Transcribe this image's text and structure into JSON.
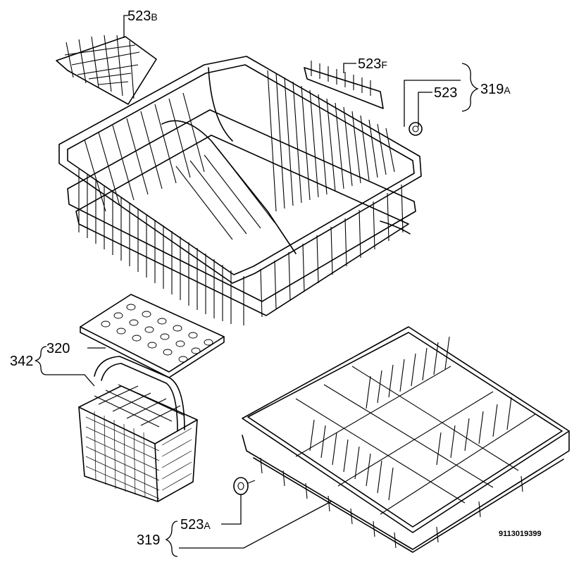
{
  "labels": {
    "l523b": {
      "main": "523",
      "sub": "B"
    },
    "l523f": {
      "main": "523",
      "sub": "F"
    },
    "l523": {
      "main": "523"
    },
    "l319a": {
      "main": "319",
      "sub": "A"
    },
    "l342": {
      "main": "342"
    },
    "l320": {
      "main": "320"
    },
    "l523a": {
      "main": "523",
      "sub": "A"
    },
    "l319": {
      "main": "319"
    },
    "ref": "9113019399"
  },
  "colors": {
    "ink": "#000000",
    "background": "#ffffff"
  }
}
